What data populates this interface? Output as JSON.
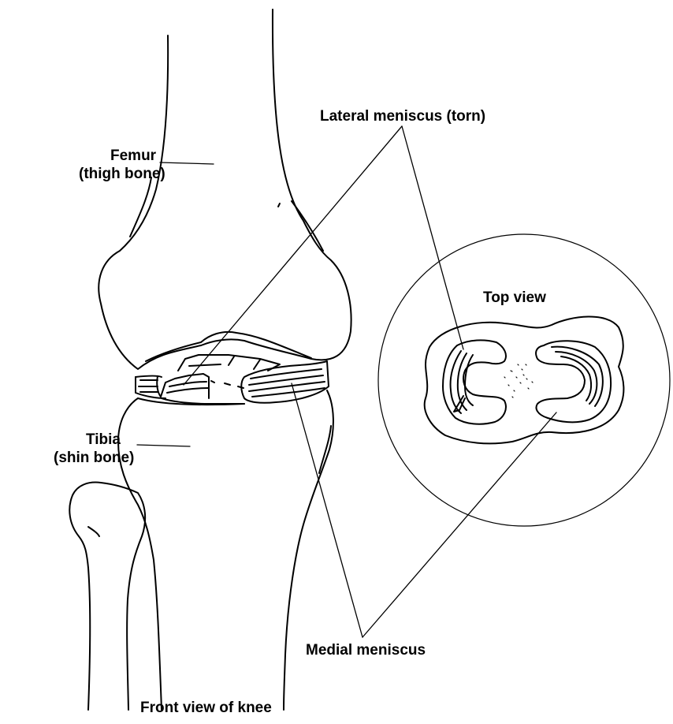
{
  "labels": {
    "femur_line1": "Femur",
    "femur_line2": "(thigh bone)",
    "tibia_line1": "Tibia",
    "tibia_line2": "(shin bone)",
    "lateral_meniscus": "Lateral meniscus (torn)",
    "top_view": "Top view",
    "medial_meniscus": "Medial meniscus",
    "front_view": "Front view of knee"
  },
  "colors": {
    "ink": "#000000",
    "background": "#ffffff"
  }
}
